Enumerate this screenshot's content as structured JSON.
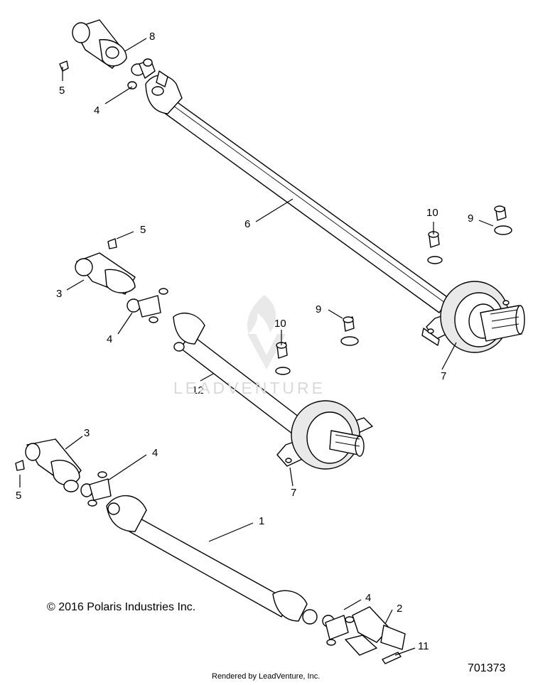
{
  "watermark": {
    "text": "LEADVENTURE"
  },
  "copyright": "© 2016 Polaris Industries Inc.",
  "drawing_number": "701373",
  "render_credit": "Rendered by LeadVenture, Inc.",
  "callouts": {
    "c8": "8",
    "c5a": "5",
    "c4a": "4",
    "c6": "6",
    "c10a": "10",
    "c9a": "9",
    "c5b": "5",
    "c3a": "3",
    "c4b": "4",
    "c10b": "10",
    "c9b": "9",
    "c12": "12",
    "c7a": "7",
    "c7b": "7",
    "c3b": "3",
    "c4c": "4",
    "c5c": "5",
    "c1": "1",
    "c4d": "4",
    "c2": "2",
    "c11": "11"
  }
}
